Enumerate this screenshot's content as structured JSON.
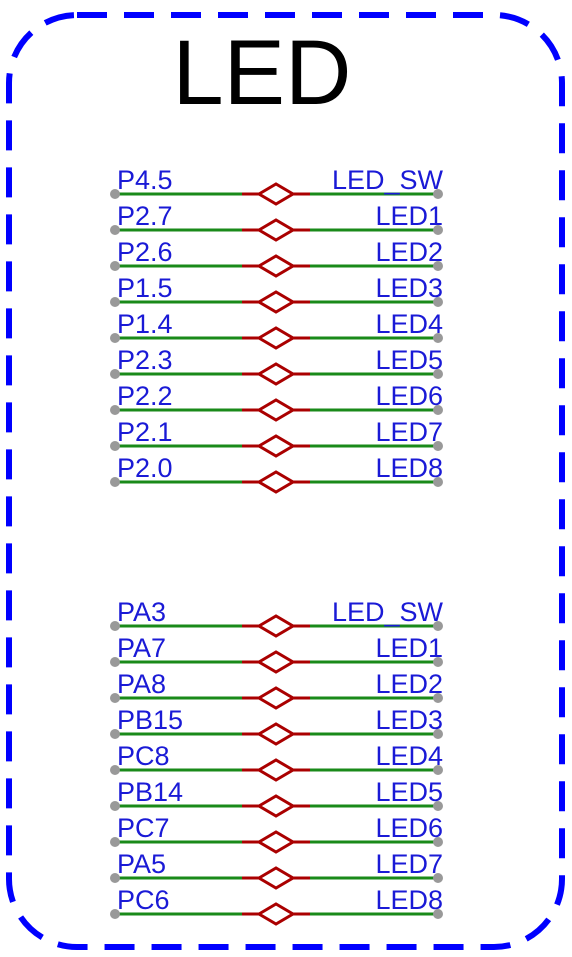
{
  "title": "LED",
  "colors": {
    "border": "#0000ff",
    "wire": "#1a8a1a",
    "junction": "#999999",
    "jumper": "#aa0000",
    "label": "#1a1ad6",
    "title": "#000000"
  },
  "groups": [
    {
      "rows": [
        {
          "left": "P4.5",
          "right": "LED_SW"
        },
        {
          "left": "P2.7",
          "right": "LED1"
        },
        {
          "left": "P2.6",
          "right": "LED2"
        },
        {
          "left": "P1.5",
          "right": "LED3"
        },
        {
          "left": "P1.4",
          "right": "LED4"
        },
        {
          "left": "P2.3",
          "right": "LED5"
        },
        {
          "left": "P2.2",
          "right": "LED6"
        },
        {
          "left": "P2.1",
          "right": "LED7"
        },
        {
          "left": "P2.0",
          "right": "LED8"
        }
      ]
    },
    {
      "rows": [
        {
          "left": "PA3",
          "right": "LED_SW"
        },
        {
          "left": "PA7",
          "right": "LED1"
        },
        {
          "left": "PA8",
          "right": "LED2"
        },
        {
          "left": "PB15",
          "right": "LED3"
        },
        {
          "left": "PC8",
          "right": "LED4"
        },
        {
          "left": "PB14",
          "right": "LED5"
        },
        {
          "left": "PC7",
          "right": "LED6"
        },
        {
          "left": "PA5",
          "right": "LED7"
        },
        {
          "left": "PC6",
          "right": "LED8"
        }
      ]
    }
  ]
}
